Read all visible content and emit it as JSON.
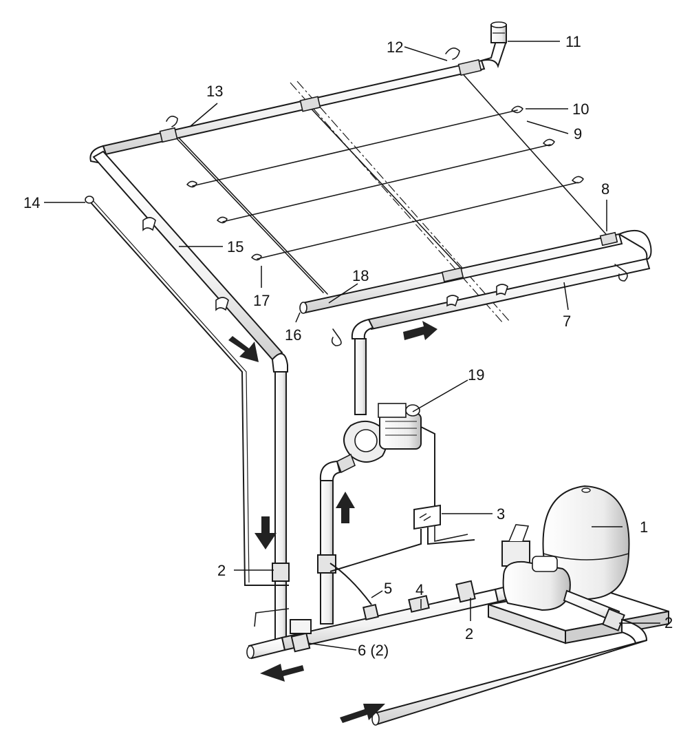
{
  "diagram": {
    "callouts": [
      {
        "id": "c1",
        "label": "1"
      },
      {
        "id": "c2a",
        "label": "2"
      },
      {
        "id": "c2b",
        "label": "2"
      },
      {
        "id": "c2c",
        "label": "2"
      },
      {
        "id": "c3",
        "label": "3"
      },
      {
        "id": "c4",
        "label": "4"
      },
      {
        "id": "c5",
        "label": "5"
      },
      {
        "id": "c6",
        "label": "6 (2)"
      },
      {
        "id": "c7",
        "label": "7"
      },
      {
        "id": "c8",
        "label": "8"
      },
      {
        "id": "c9",
        "label": "9"
      },
      {
        "id": "c10",
        "label": "10"
      },
      {
        "id": "c11",
        "label": "11"
      },
      {
        "id": "c12",
        "label": "12"
      },
      {
        "id": "c13",
        "label": "13"
      },
      {
        "id": "c14",
        "label": "14"
      },
      {
        "id": "c15",
        "label": "15"
      },
      {
        "id": "c16",
        "label": "16"
      },
      {
        "id": "c17",
        "label": "17"
      },
      {
        "id": "c18",
        "label": "18"
      },
      {
        "id": "c19",
        "label": "19"
      }
    ],
    "colors": {
      "line": "#1a1a1a",
      "fill": "#ffffff",
      "shade": "#d9d9d9",
      "arrow": "#222222"
    }
  }
}
